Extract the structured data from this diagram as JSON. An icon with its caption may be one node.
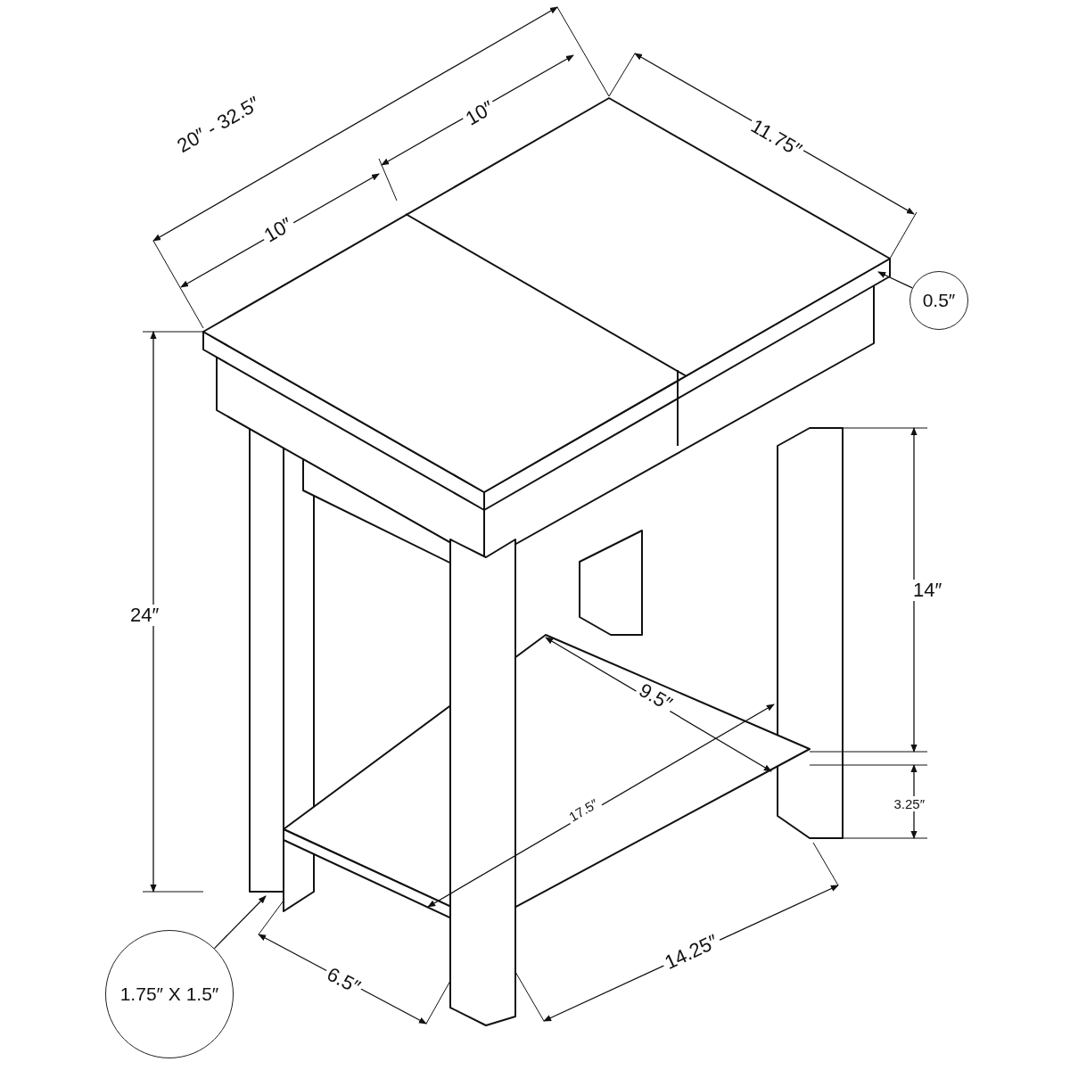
{
  "diagram": {
    "nodes": [
      {
        "text": [
          "0.5″"
        ]
      },
      {
        "text": [
          "1.75″ X 1.5″"
        ]
      }
    ],
    "edges": [
      {
        "from": 0,
        "to": null,
        "arrow": "to"
      },
      {
        "from": 1,
        "to": null,
        "arrow": "to"
      }
    ],
    "labels": [
      "20″ - 32.5″",
      "10″",
      "10″",
      "11.75″",
      "24″",
      "14″",
      "9.5″",
      "17.5″",
      "3.25″",
      "6.5″",
      "14.25″"
    ]
  }
}
